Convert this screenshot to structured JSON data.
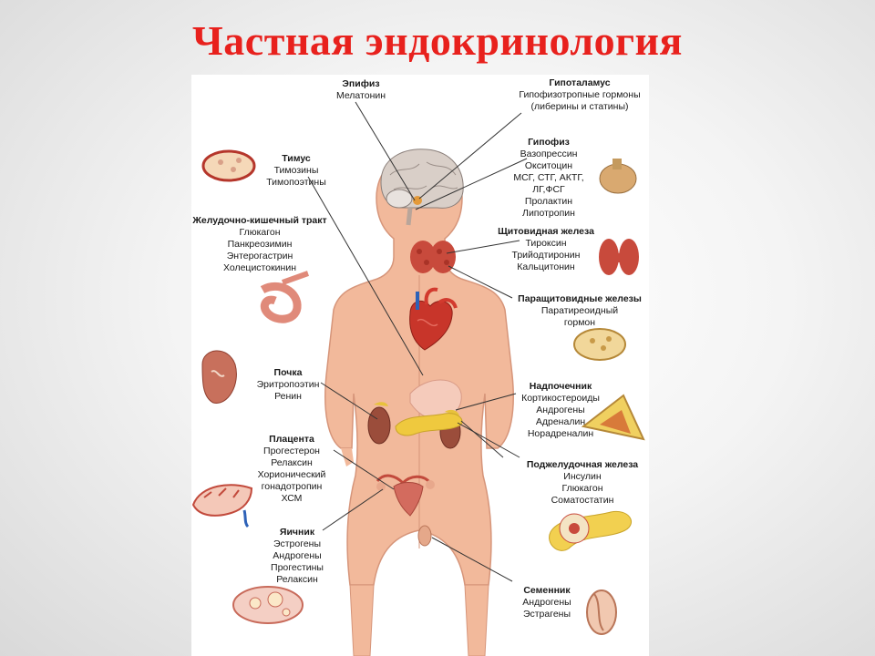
{
  "slide": {
    "title": "Частная эндокринология"
  },
  "glands": {
    "epiphysis": {
      "name": "Эпифиз",
      "hormones": [
        "Мелатонин"
      ]
    },
    "hypothalamus": {
      "name": "Гипоталамус",
      "hormones": [
        "Гипофизотропные гормоны",
        "(либерины и статины)"
      ]
    },
    "hypophysis": {
      "name": "Гипофиз",
      "hormones": [
        "Вазопрессин",
        "Окситоцин",
        "МСГ, СТГ, АКТГ,",
        "ЛГ,ФСГ",
        "Пролактин",
        "Липотропин"
      ]
    },
    "thymus": {
      "name": "Тимус",
      "hormones": [
        "Тимозины",
        "Тимопоэтины"
      ]
    },
    "git": {
      "name": "Желудочно-кишечный тракт",
      "hormones": [
        "Глюкагон",
        "Панкреозимин",
        "Энтерогастрин",
        "Холецистокинин"
      ]
    },
    "thyroid": {
      "name": "Щитовидная железа",
      "hormones": [
        "Тироксин",
        "Трийодтиронин",
        "Кальцитонин"
      ]
    },
    "parathyroid": {
      "name": "Паращитовидные железы",
      "hormones": [
        "Паратиреоидный",
        "гормон"
      ]
    },
    "kidney": {
      "name": "Почка",
      "hormones": [
        "Эритропоэтин",
        "Ренин"
      ]
    },
    "adrenal": {
      "name": "Надпочечник",
      "hormones": [
        "Кортикостероиды",
        "Андрогены",
        "Адреналин",
        "Норадреналин"
      ]
    },
    "placenta": {
      "name": "Плацента",
      "hormones": [
        "Прогестерон",
        "Релаксин",
        "Хорионический",
        "гонадотропин",
        "ХСМ"
      ]
    },
    "pancreas": {
      "name": "Поджелудочная железа",
      "hormones": [
        "Инсулин",
        "Глюкагон",
        "Соматостатин"
      ]
    },
    "ovary": {
      "name": "Яичник",
      "hormones": [
        "Эстрогены",
        "Андрогены",
        "Прогестины",
        "Релаксин"
      ]
    },
    "testis": {
      "name": "Семенник",
      "hormones": [
        "Андрогены",
        "Эстрагены"
      ]
    }
  }
}
